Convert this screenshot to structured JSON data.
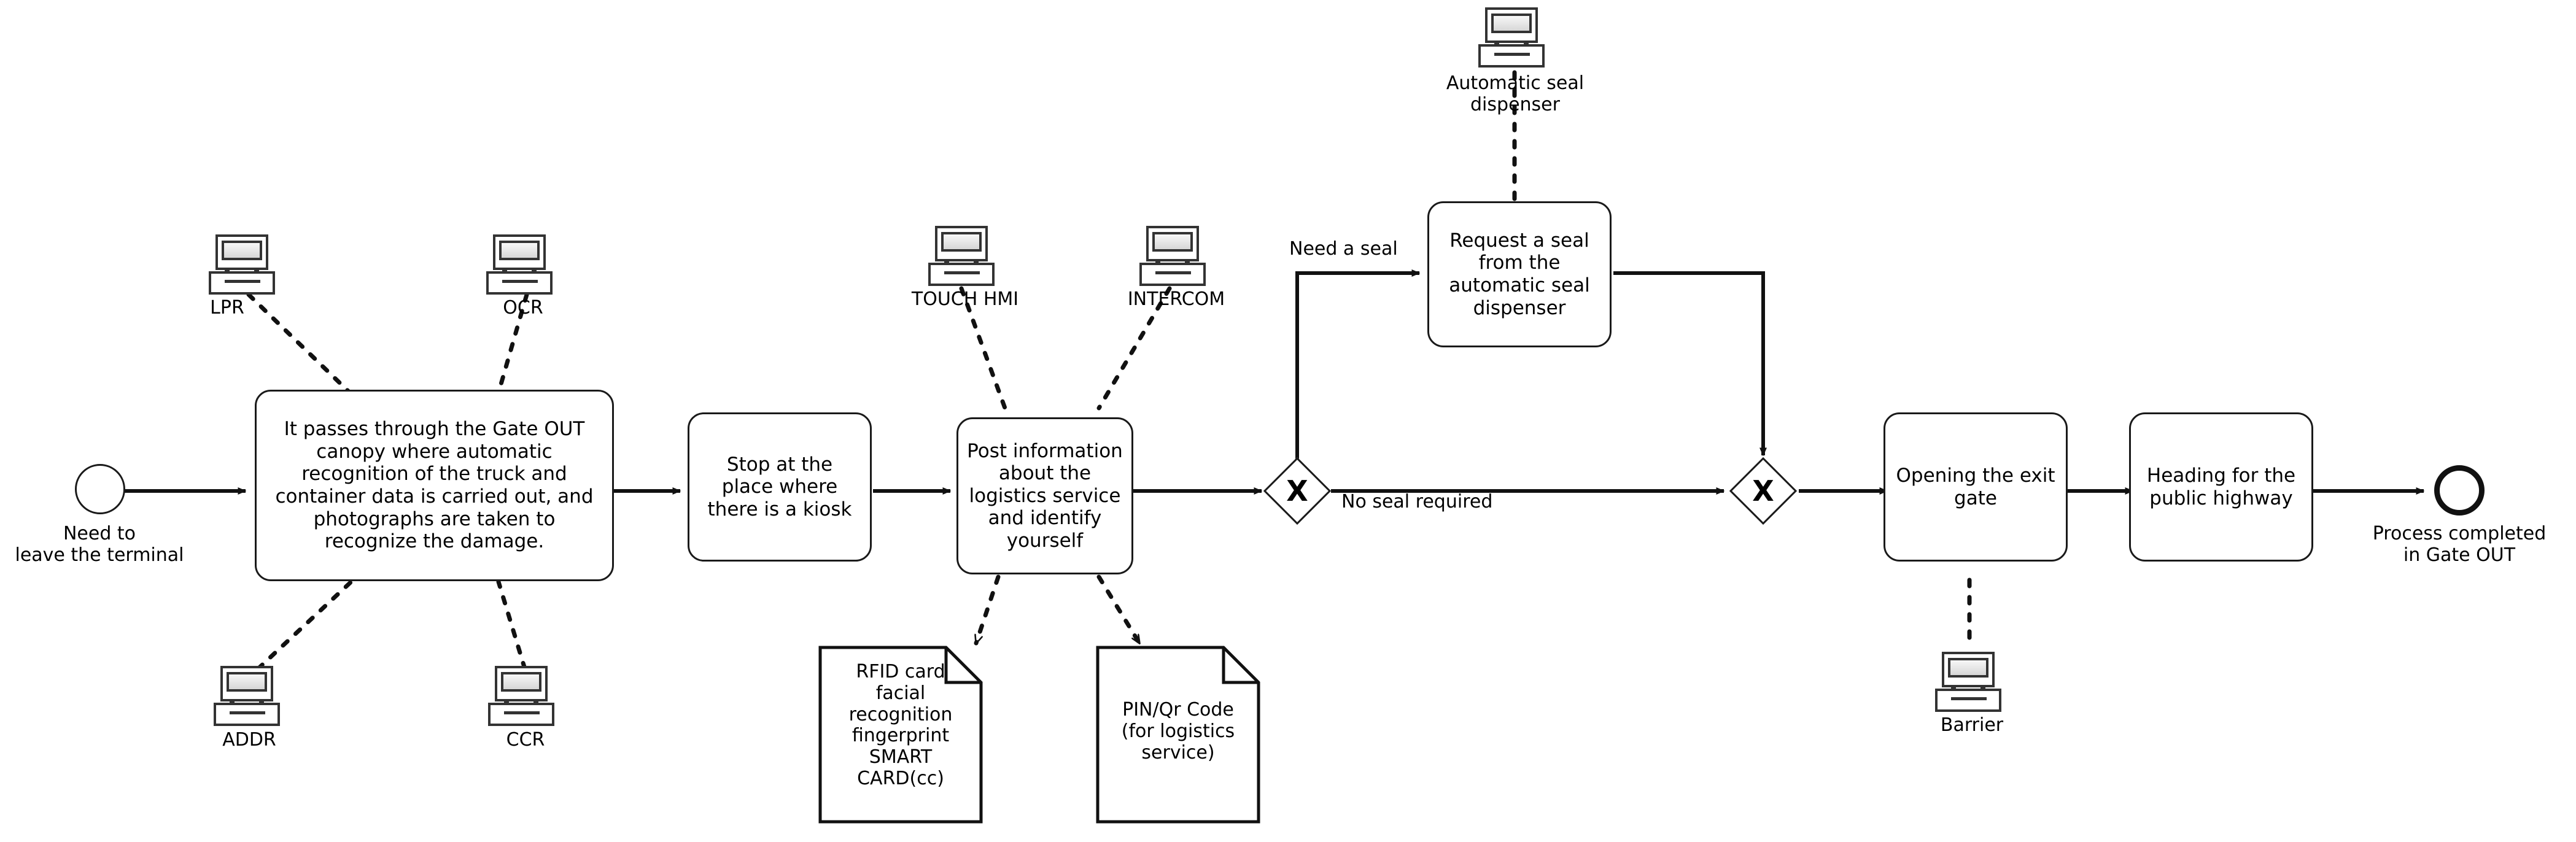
{
  "diagram": {
    "type": "bpmn-process-flow",
    "title": "Gate OUT process",
    "colors": {
      "stroke": "#1a1a1a",
      "fill": "#ffffff",
      "text": "#000000",
      "screen_gradient_top": "#f7f7f7",
      "screen_gradient_bottom": "#d8d8d8"
    }
  },
  "events": [
    {
      "id": "start",
      "kind": "start-event",
      "label": "Need to\nleave the terminal"
    },
    {
      "id": "end",
      "kind": "end-event",
      "label": "Process completed\nin Gate OUT"
    }
  ],
  "tasks": [
    {
      "id": "task-gate-out-canopy",
      "label": "It passes through the Gate OUT\ncanopy where automatic\nrecognition of the truck and\ncontainer data is carried out, and\nphotographs are taken to\nrecognize the damage."
    },
    {
      "id": "task-stop-kiosk",
      "label": "Stop at the\nplace where\nthere is a kiosk"
    },
    {
      "id": "task-post-information",
      "label": "Post information\nabout the\nlogistics service\nand identify\nyourself"
    },
    {
      "id": "task-request-seal",
      "label": "Request a seal\nfrom the\nautomatic seal\ndispenser"
    },
    {
      "id": "task-opening-exit-gate",
      "label": "Opening the exit\ngate"
    },
    {
      "id": "task-heading-highway",
      "label": "Heading for the\npublic highway"
    }
  ],
  "gateways": [
    {
      "id": "gateway-seal-decision",
      "kind": "exclusive",
      "symbol": "X"
    },
    {
      "id": "gateway-seal-merge",
      "kind": "exclusive",
      "symbol": "X"
    }
  ],
  "flow_labels": [
    {
      "id": "flow-need-a-seal",
      "text": "Need a seal"
    },
    {
      "id": "flow-no-seal-required",
      "text": "No seal required"
    }
  ],
  "data_objects": [
    {
      "id": "data-identification-methods",
      "text": "RFID card\nfacial\nrecognition\nfingerprint\nSMART\nCARD(cc)"
    },
    {
      "id": "data-pin-qr-code",
      "text": "PIN/Qr Code\n(for logistics\nservice)"
    }
  ],
  "devices": [
    {
      "id": "device-lpr",
      "label": "LPR",
      "icon": "computer-icon"
    },
    {
      "id": "device-ocr",
      "label": "OCR",
      "icon": "computer-icon"
    },
    {
      "id": "device-addr",
      "label": "ADDR",
      "icon": "computer-icon"
    },
    {
      "id": "device-ccr",
      "label": "CCR",
      "icon": "computer-icon"
    },
    {
      "id": "device-touch-hmi",
      "label": "TOUCH HMI",
      "icon": "computer-icon"
    },
    {
      "id": "device-intercom",
      "label": "INTERCOM",
      "icon": "computer-icon"
    },
    {
      "id": "device-seal-dispenser",
      "label": "Automatic seal\ndispenser",
      "icon": "computer-icon"
    },
    {
      "id": "device-barrier",
      "label": "Barrier",
      "icon": "computer-icon"
    }
  ]
}
